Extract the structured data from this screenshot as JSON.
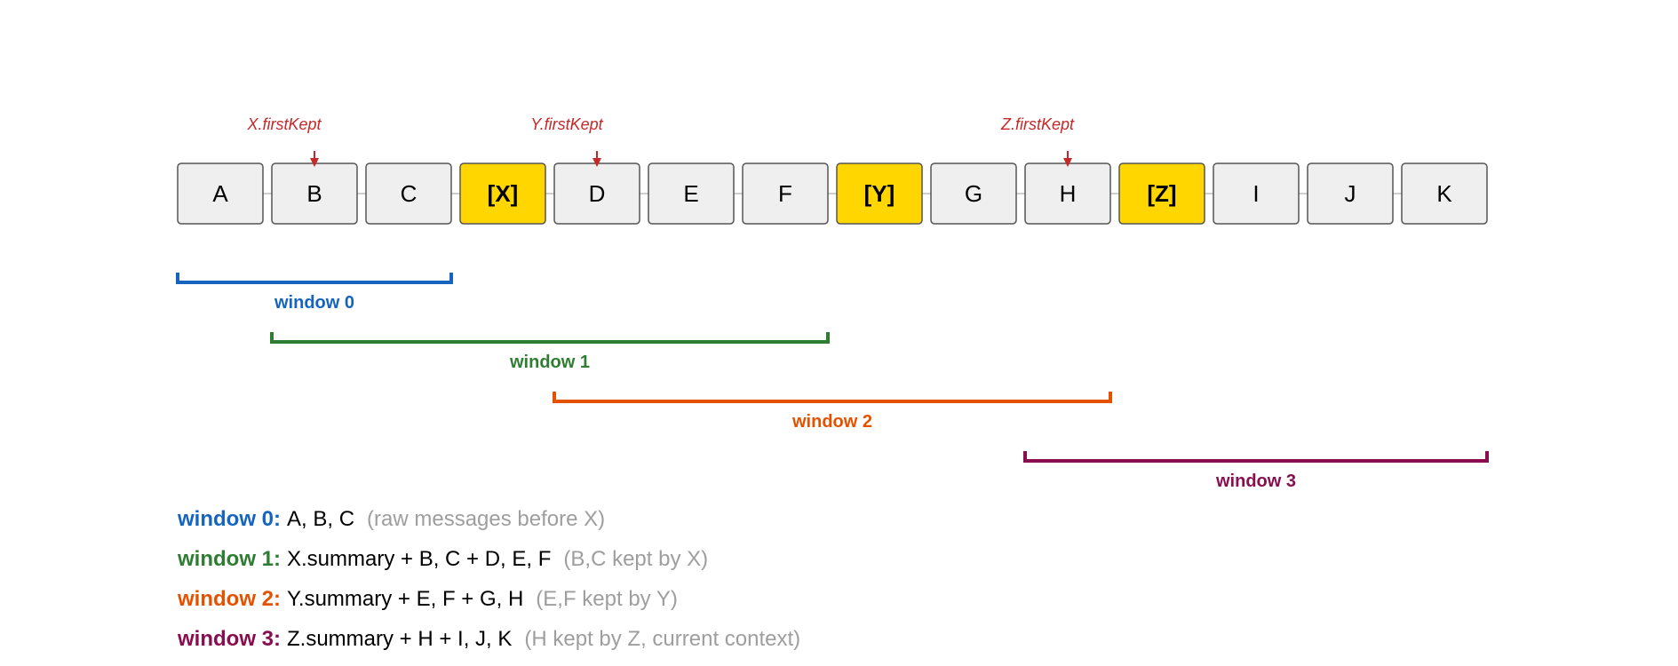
{
  "colors": {
    "box_fill": "#efefef",
    "box_border": "#555555",
    "summary_fill": "#ffd600",
    "connector": "#bdbdbd",
    "marker": "#c62828",
    "note": "#9e9e9e",
    "text": "#000000"
  },
  "messages": [
    {
      "label": "A",
      "summary": false
    },
    {
      "label": "B",
      "summary": false
    },
    {
      "label": "C",
      "summary": false
    },
    {
      "label": "[X]",
      "summary": true
    },
    {
      "label": "D",
      "summary": false
    },
    {
      "label": "E",
      "summary": false
    },
    {
      "label": "F",
      "summary": false
    },
    {
      "label": "[Y]",
      "summary": true
    },
    {
      "label": "G",
      "summary": false
    },
    {
      "label": "H",
      "summary": false
    },
    {
      "label": "[Z]",
      "summary": true
    },
    {
      "label": "I",
      "summary": false
    },
    {
      "label": "J",
      "summary": false
    },
    {
      "label": "K",
      "summary": false
    }
  ],
  "markers": [
    {
      "label": "X.firstKept",
      "target": 1
    },
    {
      "label": "Y.firstKept",
      "target": 4
    },
    {
      "label": "Z.firstKept",
      "target": 9
    }
  ],
  "windows": [
    {
      "label": "window 0",
      "from": 0,
      "to": 2,
      "color": "#1565c0"
    },
    {
      "label": "window 1",
      "from": 1,
      "to": 6,
      "color": "#2e7d32"
    },
    {
      "label": "window 2",
      "from": 4,
      "to": 9,
      "color": "#e65100"
    },
    {
      "label": "window 3",
      "from": 9,
      "to": 13,
      "color": "#880e4f"
    }
  ],
  "legend": [
    {
      "name": "window 0:",
      "content": "A, B, C",
      "note": "(raw messages before X)",
      "color": "#1565c0"
    },
    {
      "name": "window 1:",
      "content": "X.summary + B, C + D, E, F",
      "note": "(B,C kept by X)",
      "color": "#2e7d32"
    },
    {
      "name": "window 2:",
      "content": "Y.summary + E, F + G, H",
      "note": "(E,F kept by Y)",
      "color": "#e65100"
    },
    {
      "name": "window 3:",
      "content": "Z.summary + H + I, J, K",
      "note": "(H kept by Z, current context)",
      "color": "#880e4f"
    }
  ]
}
